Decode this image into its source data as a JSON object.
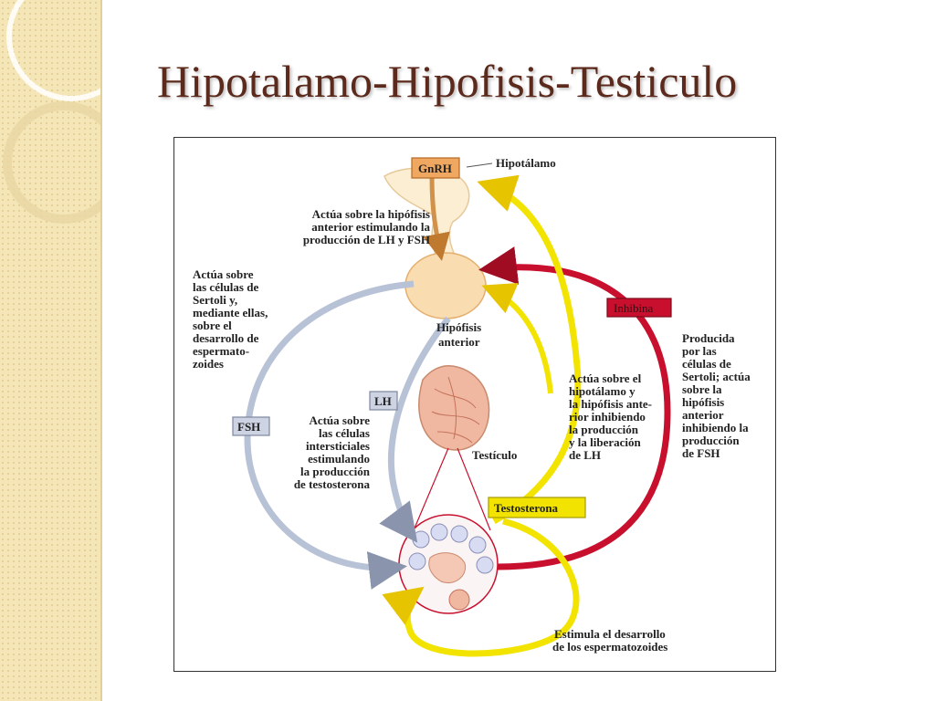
{
  "slide": {
    "title": "Hipotalamo-Hipofisis-Testiculo"
  },
  "diagram": {
    "hormones": {
      "gnrh": "GnRH",
      "lh": "LH",
      "fsh": "FSH",
      "inhibina": "Inhibina",
      "testosterona": "Testosterona"
    },
    "organs": {
      "hipotalamo": "Hipotálamo",
      "hipofisis": [
        "Hipófisis",
        "anterior"
      ],
      "testiculo": "Testículo"
    },
    "annotations": {
      "gnrh_action": [
        "Actúa sobre la hipófisis",
        "anterior estimulando la",
        "producción de LH y FSH"
      ],
      "fsh_action": [
        "Actúa sobre",
        "las células de",
        "Sertoli y,",
        "mediante ellas,",
        "sobre el",
        "desarrollo de",
        "espermato-",
        "zoides"
      ],
      "lh_action": [
        "Actúa sobre",
        "las células",
        "intersticiales",
        "estimulando",
        "la producción",
        "de testosterona"
      ],
      "testosterona_action": [
        "Actúa sobre el",
        "hipotálamo y",
        "la hipófisis ante-",
        "rior inhibiendo",
        "la producción",
        "y la liberación",
        "de LH"
      ],
      "inhibina_action": [
        "Producida",
        "por las",
        "células de",
        "Sertoli; actúa",
        "sobre la",
        "hipófisis",
        "anterior",
        "inhibiendo la",
        "producción",
        "de FSH"
      ],
      "espermatozoides": [
        "Estimula el desarrollo",
        "de los espermatozoides"
      ]
    },
    "colors": {
      "gnrh_box": "#f0a860",
      "lh_fsh_arrow": "#b8c2d6",
      "testosterona_arrow": "#f2e400",
      "inhibina_arrow": "#c8102e",
      "gland": "#f9dcb0",
      "testis": "#f0b8a0"
    }
  }
}
